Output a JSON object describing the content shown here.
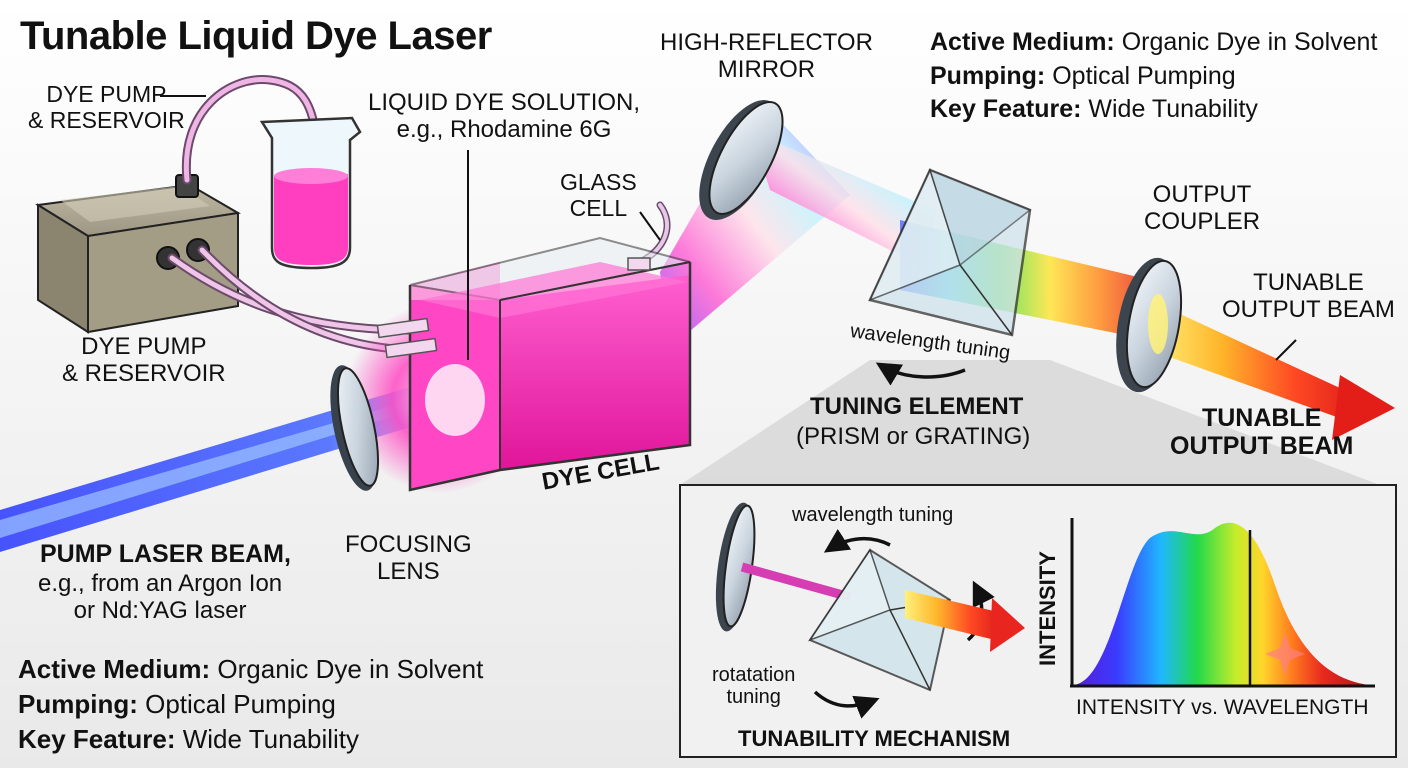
{
  "title": "Tunable Liquid Dye Laser",
  "labels": {
    "dye_pump_top": "DYE PUMP\n& RESERVOIR",
    "dye_pump_bottom": "DYE PUMP\n& RESERVOIR",
    "liquid_dye": "LIQUID DYE SOLUTION,\ne.g., Rhodamine 6G",
    "glass_cell": "GLASS\nCELL",
    "high_reflector": "HIGH-REFLECTOR\nMIRROR",
    "output_coupler": "OUTPUT\nCOUPLER",
    "tunable_output_small": "TUNABLE\nOUTPUT BEAM",
    "tunable_output_bold": "TUNABLE\nOUTPUT BEAM",
    "wavelength_tuning_main": "wavelength tuning",
    "tuning_element_title": "TUNING ELEMENT",
    "tuning_element_sub": "(PRISM or GRATING)",
    "dye_cell": "DYE CELL",
    "focusing_lens": "FOCUSING\nLENS",
    "pump_beam_title": "PUMP LASER BEAM,",
    "pump_beam_sub": "e.g., from an Argon Ion\nor Nd:YAG laser",
    "inset_wavelength_tuning": "wavelength tuning",
    "inset_rotation_tuning": "rotatation\ntuning",
    "tunability_mechanism": "TUNABILITY MECHANISM",
    "intensity_axis": "INTENSITY",
    "intensity_vs_wavelength": "INTENSITY vs. WAVELENGTH"
  },
  "specs_top": [
    {
      "key": "Active Medium:",
      "value": "Organic Dye in Solvent"
    },
    {
      "key": "Pumping:",
      "value": "Optical Pumping"
    },
    {
      "key": "Key Feature:",
      "value": "Wide Tunability"
    }
  ],
  "specs_bottom": [
    {
      "key": "Active Medium:",
      "value": "Organic Dye in Solvent"
    },
    {
      "key": "Pumping:",
      "value": "Optical Pumping"
    },
    {
      "key": "Key Feature:",
      "value": "Wide Tunability"
    }
  ],
  "colors": {
    "pump_beam": "#2f4dff",
    "dye": "#ff2fb0",
    "output_red": "#e8261f",
    "output_yellow": "#ffe640"
  },
  "icons": [
    "beaker-icon",
    "pump-box-icon",
    "mirror-icon",
    "prism-icon",
    "lens-icon",
    "arrow-icon",
    "sparkle-icon"
  ]
}
